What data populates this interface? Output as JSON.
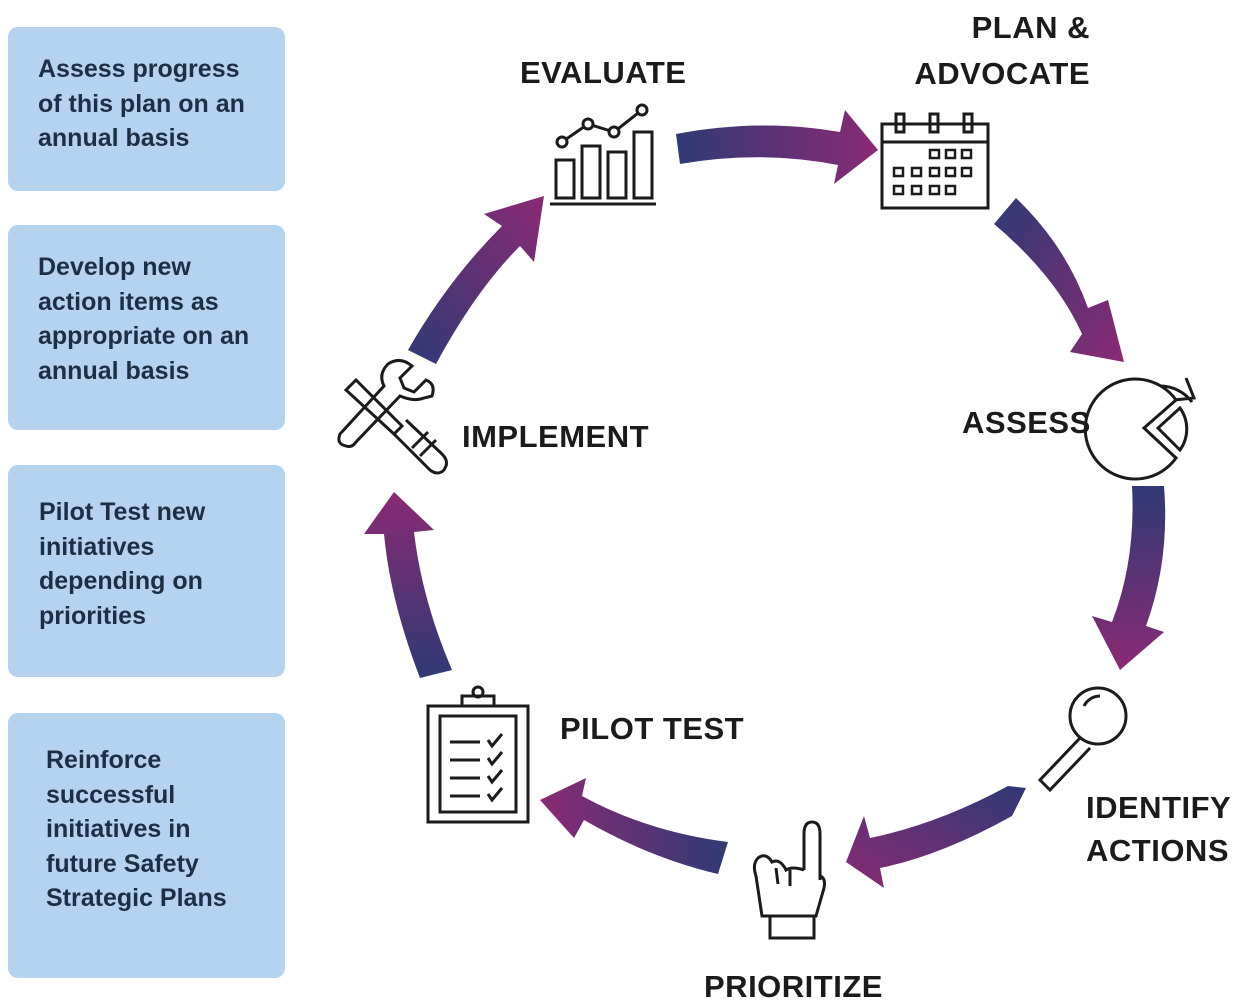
{
  "side_notes": [
    {
      "text": "Assess progress of this plan on an annual basis"
    },
    {
      "text": "Develop new action items as appropriate on an annual basis"
    },
    {
      "text": "Pilot Test new initiatives depending on priorities"
    },
    {
      "text": "Reinforce successful initiatives in future Safety Strategic Plans"
    }
  ],
  "stages": {
    "evaluate": "EVALUATE",
    "plan_advocate": "PLAN & ADVOCATE",
    "assess": "ASSESS",
    "identify_actions": "IDENTIFY ACTIONS",
    "prioritize": "PRIORITIZE",
    "pilot_test": "PILOT TEST",
    "implement": "IMPLEMENT"
  },
  "colors": {
    "note_background": "#b5d3ee",
    "arrow_primary": "#7a2670",
    "arrow_secondary": "#2f3a75"
  },
  "icons": [
    "bar-chart-icon",
    "calendar-icon",
    "pie-chart-icon",
    "magnifier-icon",
    "pointing-hand-icon",
    "clipboard-checklist-icon",
    "tools-icon"
  ]
}
